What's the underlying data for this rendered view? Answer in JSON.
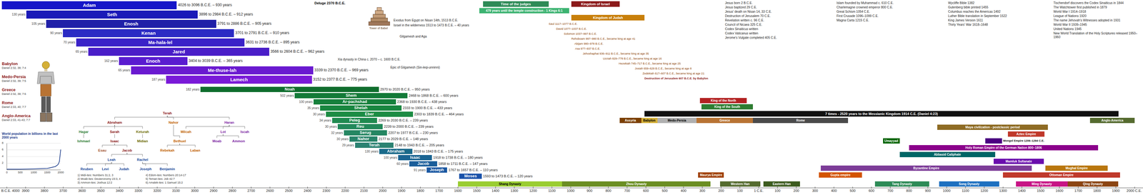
{
  "diagram": {
    "nodes": [
      {
        "text": [
          "Adam",
          "4026 to 3096 B.C.E. – 930 years"
        ]
      },
      {
        "text": [
          "Seth",
          "3896 to 2984 B.C.E. – 912 years"
        ]
      },
      {
        "text": [
          "Enosh",
          "3791 to 2886 B.C.E. – 905 years"
        ]
      },
      {
        "text": [
          "Kenan",
          "3701 to 2791 B.C.E. – 910 years"
        ]
      },
      {
        "text": [
          "Ma-hala-lel",
          "3631 to 2736 B.C.E. – 895 years"
        ]
      },
      {
        "text": [
          "Jared",
          "3566 to 2604 B.C.E. – 962 years"
        ]
      },
      {
        "text": [
          "Enoch",
          "3404 to 3039 B.C.E. – 365 years"
        ]
      },
      {
        "text": [
          "Me-thuse-lah",
          "3339 to 2370 B.C.E. – 969 years"
        ]
      },
      {
        "text": [
          "Lamech",
          "3152 to 2377 B.C.E. – 775 years"
        ]
      },
      {
        "text": [
          "Noah",
          "2970 to 2020 B.C.E. – 950 years"
        ]
      },
      {
        "text": [
          "Shem",
          "2468 to 1868 B.C.E. – 600 years"
        ]
      },
      {
        "text": [
          "Ar-pachshad",
          "2368 to 1930 B.C.E. – 438 years"
        ]
      },
      {
        "text": [
          "Shelah",
          "2333 to 1900 B.C.E. – 433 years"
        ]
      },
      {
        "text": [
          "Eber",
          "2303 to 1839 B.C.E. – 464 years"
        ]
      },
      {
        "text": [
          "Peleg",
          "2269 to 2030 B.C.E. – 239 years"
        ]
      },
      {
        "text": [
          "Reu",
          "2239 to 2000 B.C.E. – 239 years"
        ]
      },
      {
        "text": [
          "Serug",
          "2207 to 1977 B.C.E. – 230 years"
        ]
      },
      {
        "text": [
          "Nahor",
          "2177 to 2029 B.C.E. – 148 years"
        ]
      },
      {
        "text": [
          "Terah",
          "2148 to 1943 B.C.E. – 205 years"
        ]
      },
      {
        "text": [
          "Abraham",
          "2018 to 1843 B.C.E. – 175 years"
        ]
      },
      {
        "text": [
          "Isaac",
          "1918 to 1738 B.C.E. – 180 years"
        ]
      },
      {
        "text": [
          "Jacob",
          "1858 to 1711 B.C.E. – 147 years"
        ]
      },
      {
        "text": [
          "Joseph",
          "1767 to 1657 B.C.E. – 110 years"
        ]
      },
      {
        "text": [
          "Moses",
          "1593 to 1473 B.C.E. – 120 years"
        ]
      },
      {
        "text": [
          "Terah"
        ]
      },
      {
        "text": [
          "Abraham"
        ]
      },
      {
        "text": [
          "Nahor"
        ]
      },
      {
        "text": [
          "Haran"
        ]
      },
      {
        "text": [
          "Hagar"
        ]
      },
      {
        "text": [
          "Sarah"
        ]
      },
      {
        "text": [
          "Keturah"
        ]
      },
      {
        "text": [
          "Milcah"
        ]
      },
      {
        "text": [
          "Lot"
        ]
      },
      {
        "text": [
          "Iscah"
        ]
      },
      {
        "text": [
          "Ishmael"
        ]
      },
      {
        "text": [
          "Isaac"
        ]
      },
      {
        "text": [
          "Midian"
        ]
      },
      {
        "text": [
          "Bethuel"
        ]
      },
      {
        "text": [
          "Moab"
        ]
      },
      {
        "text": [
          "Ammon"
        ]
      },
      {
        "text": [
          "Esau"
        ]
      },
      {
        "text": [
          "Jacob"
        ]
      },
      {
        "text": [
          "Rebekah"
        ]
      },
      {
        "text": [
          "Laban"
        ]
      },
      {
        "text": [
          "Leah"
        ]
      },
      {
        "text": [
          "Rachel"
        ]
      },
      {
        "text": [
          "Reuben"
        ]
      },
      {
        "text": [
          "Levi"
        ]
      },
      {
        "text": [
          "Judah"
        ]
      },
      {
        "text": [
          "Joseph"
        ]
      },
      {
        "text": [
          "Benjamin"
        ]
      },
      {
        "text": [
          "Time of the judges"
        ]
      },
      {
        "text": [
          "479 years until the temple construction - 1 Kings 6:1"
        ]
      },
      {
        "text": [
          "Kingdom of Israel"
        ]
      },
      {
        "text": [
          "Kingdom of Judah"
        ]
      },
      {
        "text": [
          "Assyria"
        ]
      },
      {
        "text": [
          "Babylon"
        ]
      },
      {
        "text": [
          "Medo-Persia"
        ]
      },
      {
        "text": [
          "Greece"
        ]
      },
      {
        "text": [
          "Rome"
        ]
      },
      {
        "text": [
          "Anglo-America"
        ]
      },
      {
        "text": [
          "7 times - 2520 years to the Messianic Kingdom 1914 C.E. (Daniel 4:23)"
        ]
      },
      {
        "text": [
          "King of the North"
        ]
      },
      {
        "text": [
          "King of the South"
        ]
      },
      {
        "text": [
          "Maya civilization - postclassic period"
        ]
      },
      {
        "text": [
          "Aztec Empire"
        ]
      },
      {
        "text": [
          "Mongol Empire 1206–1294 C.E."
        ]
      },
      {
        "text": [
          "Umayyad"
        ]
      },
      {
        "text": [
          "Holy Roman Empire of the German Nation 800–1806"
        ]
      },
      {
        "text": [
          "Abbasid Caliphate"
        ]
      },
      {
        "text": [
          "Mamluk Sultanate"
        ]
      },
      {
        "text": [
          "Byzantine Empire"
        ]
      },
      {
        "text": [
          "Mughal Empire"
        ]
      },
      {
        "text": [
          "Maurya Empire"
        ]
      },
      {
        "text": [
          "Gupta empire"
        ]
      },
      {
        "text": [
          "Ottoman Empire"
        ]
      },
      {
        "text": [
          "Shang Dynasty"
        ]
      },
      {
        "text": [
          "Zhou Dynasty"
        ]
      },
      {
        "text": [
          "Western Han"
        ]
      },
      {
        "text": [
          "Eastern Han"
        ]
      },
      {
        "text": [
          "Tang Dynasty"
        ]
      },
      {
        "text": [
          "Song Dynasty"
        ]
      },
      {
        "text": [
          "Ming Dynasty"
        ]
      },
      {
        "text": [
          "Qing Dynasty"
        ]
      }
    ],
    "edges": [
      {
        "from": 24,
        "to": 25,
        "arrow": "none"
      },
      {
        "from": 24,
        "to": 26,
        "arrow": "none"
      },
      {
        "from": 24,
        "to": 27,
        "arrow": "none"
      },
      {
        "from": 25,
        "to": 28,
        "arrow": "none"
      },
      {
        "from": 25,
        "to": 29,
        "arrow": "none"
      },
      {
        "from": 25,
        "to": 30,
        "arrow": "none"
      },
      {
        "from": 27,
        "to": 31,
        "arrow": "none"
      },
      {
        "from": 27,
        "to": 32,
        "arrow": "none"
      },
      {
        "from": 27,
        "to": 33,
        "arrow": "none"
      },
      {
        "from": 28,
        "to": 34,
        "arrow": "none"
      },
      {
        "from": 29,
        "to": 35,
        "arrow": "none"
      },
      {
        "from": 30,
        "to": 36,
        "arrow": "none"
      },
      {
        "from": 26,
        "to": 37,
        "arrow": "none"
      },
      {
        "from": 32,
        "to": 38,
        "arrow": "none"
      },
      {
        "from": 32,
        "to": 39,
        "arrow": "none"
      },
      {
        "from": 35,
        "to": 40,
        "arrow": "none"
      },
      {
        "from": 35,
        "to": 41,
        "arrow": "none"
      },
      {
        "from": 37,
        "to": 42,
        "arrow": "none"
      },
      {
        "from": 37,
        "to": 43,
        "arrow": "none"
      },
      {
        "from": 41,
        "to": 44,
        "arrow": "none"
      },
      {
        "from": 41,
        "to": 45,
        "arrow": "none"
      },
      {
        "from": 44,
        "to": 46,
        "arrow": "none"
      },
      {
        "from": 44,
        "to": 47,
        "arrow": "none"
      },
      {
        "from": 44,
        "to": 48,
        "arrow": "none"
      },
      {
        "from": 45,
        "to": 49,
        "arrow": "none"
      },
      {
        "from": 45,
        "to": 50,
        "arrow": "none"
      }
    ],
    "labels": [
      "Babylon",
      "Daniel 2:32, 38; 7:4",
      "Medo-Persia",
      "Daniel 2:32, 39; 7:5",
      "Greece",
      "Daniel 2:32, 39; 7:6",
      "Rome",
      "Daniel 2:33, 40; 7:7",
      "Anglo-America",
      "Daniel 2:33, 41-43; 7:7",
      "World population in billions in the last 2000 years",
      "8",
      "6",
      "4",
      "2",
      "0",
      "500",
      "1000",
      "1500",
      "2000",
      "1) Midi-ites: Numbers 31:2, 3",
      "2) Moab-ites: Deuteronomy 23:3, 4",
      "3) Ammon-ites: Joshua 12:2",
      "4) Edom-ites: Numbers 20:14-17",
      "5) Teman-ites: Job 42:7",
      "6) Amalek-ites: 1 Samuel 15:2",
      "130 years",
      "105 years",
      "90 years",
      "70 years",
      "65 years",
      "162 years",
      "65 years",
      "187 years",
      "182 years",
      "502 years",
      "100 years",
      "35 years",
      "30 years",
      "34 years",
      "30 years",
      "32 years",
      "30 years",
      "29 years",
      "130 years",
      "100 years",
      "60 years",
      "91 years",
      "Deluge 2370 B.C.E.",
      "Tower of Babel",
      "Exodus from Egypt on Nisan 14th, 1513 B.C.E.",
      "Israel in the wilderness 1513 to 1473 B.C.E. – 40 years",
      "Gilgamesh and Aga",
      "Xia dynasty in China c. 2070 – c. 1600 B.C.E.",
      "Epic of Gilgamesh (Sin-leqi-unninni)",
      "Saul 1117–1077 B.C.E.",
      "David 1077–1037 B.C.E.",
      "Solomon 1037–997 B.C.E.",
      "Rehoboam 997–980 B.C.E., became king at age 41",
      "Abijam 980–978 B.C.E.",
      "Asa 977–937 B.C.E.",
      "Jehoshaphat 936–911 B.C.E., became king at age 35",
      "Uzziah 829–778 B.C.E., became king at age 16",
      "Hezekiah 745–717 B.C.E., became king at age 25",
      "Josiah 659–629 B.C.E., became king at age 8",
      "Zedekiah 617–607 B.C.E., became king at age 21",
      "Destruction of Jerusalem 607 B.C.E. by Babylon",
      "Jesus born 2 B.C.E.",
      "Jesus baptized 29 C.E.",
      "Jesus' death on Nisan 14, 33 C.E.",
      "Destruction of Jerusalem 70 C.E.",
      "Revelation written c. 96 C.E.",
      "Council of Nicaea 325 C.E.",
      "Codex Sinaiticus written",
      "Codex Vaticanus written",
      "Jerome's Vulgate completed 405 C.E.",
      "Islam founded by Muhammad c. 610 C.E.",
      "Charlemagne crowned emperor 800 C.E.",
      "Great Schism 1054 C.E.",
      "First Crusade 1096–1099 C.E.",
      "Magna Carta 1215 C.E.",
      "Wycliffe Bible 1382",
      "Gutenberg bible printed 1455",
      "Columbus reaches the Americas 1492",
      "Luther Bible translation in September 1522",
      "King James Version 1611",
      "Thirty Years' War 1618–1648",
      "Tischendorf discovers the Codex Sinaiticus in 1844",
      "The Watchtower first published in 1879",
      "World War I 1914–1918",
      "League of Nations 1920",
      "The name Jehovah's Witnesses adopted in 1931",
      "World War II 1939–1945",
      "United Nations 1945",
      "New World Translation of the Holy Scriptures released 1950–1960",
      "B.C.E. 4000",
      "3900",
      "3800",
      "3700",
      "3600",
      "3500",
      "3400",
      "3300",
      "3200",
      "3100",
      "3000",
      "2900",
      "2800",
      "2700",
      "2600",
      "2500",
      "2400",
      "2300",
      "2200",
      "2100",
      "2000",
      "1900",
      "1800",
      "1700",
      "1600",
      "1500",
      "1400",
      "1300",
      "1200",
      "1100",
      "1000",
      "900",
      "800",
      "700",
      "600",
      "500",
      "400",
      "300",
      "200",
      "100",
      "1 C.E.",
      "100",
      "200",
      "300",
      "400",
      "500",
      "600",
      "700",
      "800",
      "900",
      "1000",
      "1100",
      "1200",
      "1300",
      "1400",
      "1500",
      "1600",
      "1700",
      "1800",
      "1900",
      "2000 C.E."
    ]
  }
}
